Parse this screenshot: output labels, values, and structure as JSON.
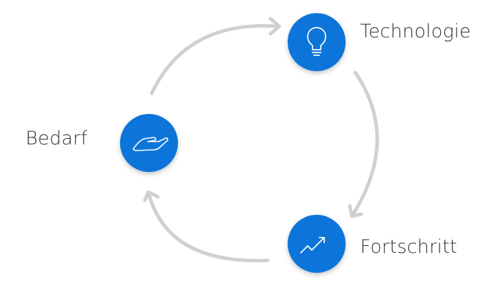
{
  "colors": {
    "node_fill": "#0A74DA",
    "arrow": "#D0D0D0",
    "icon_stroke": "#FFFFFF",
    "label_text": "#333333"
  },
  "nodes": [
    {
      "id": "technologie",
      "label": "Technologie",
      "icon": "lightbulb-icon"
    },
    {
      "id": "fortschritt",
      "label": "Fortschritt",
      "icon": "trending-up-icon"
    },
    {
      "id": "bedarf",
      "label": "Bedarf",
      "icon": "open-hand-icon"
    }
  ],
  "flow": [
    {
      "from": "bedarf",
      "to": "technologie"
    },
    {
      "from": "technologie",
      "to": "fortschritt"
    },
    {
      "from": "fortschritt",
      "to": "bedarf"
    }
  ]
}
